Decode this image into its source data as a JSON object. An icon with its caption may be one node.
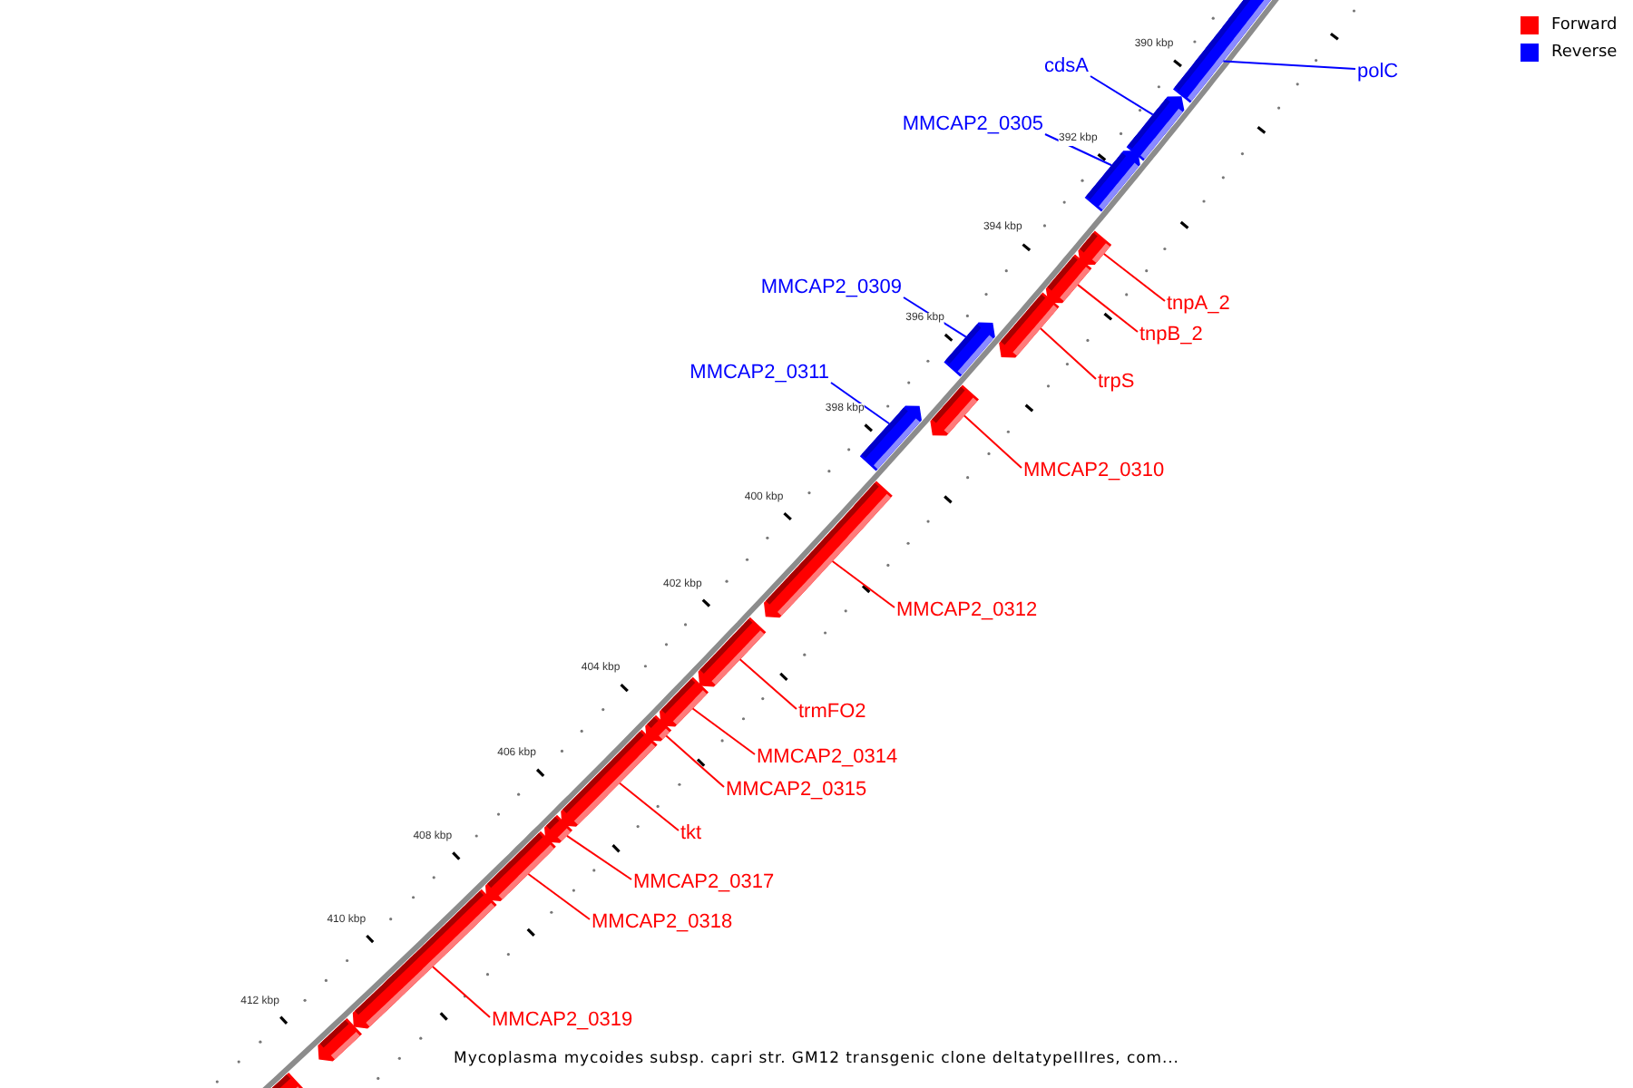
{
  "diagram": {
    "caption": "Mycoplasma mycoides subsp. capri str. GM12 transgenic clone deltatypeIIIres, com...",
    "nodes": [
      {
        "text": [
          "cdsA"
        ]
      },
      {
        "text": [
          "polC"
        ]
      },
      {
        "text": [
          "MMCAP2_0305"
        ]
      },
      {
        "text": [
          "MMCAP2_0309"
        ]
      },
      {
        "text": [
          "tnpA_2"
        ]
      },
      {
        "text": [
          "tnpB_2"
        ]
      },
      {
        "text": [
          "MMCAP2_0311"
        ]
      },
      {
        "text": [
          "trpS"
        ]
      },
      {
        "text": [
          "MMCAP2_0310"
        ]
      },
      {
        "text": [
          "MMCAP2_0312"
        ]
      },
      {
        "text": [
          "trmFO2"
        ]
      },
      {
        "text": [
          "MMCAP2_0314"
        ]
      },
      {
        "text": [
          "MMCAP2_0315"
        ]
      },
      {
        "text": [
          "tkt"
        ]
      },
      {
        "text": [
          "MMCAP2_0317"
        ]
      },
      {
        "text": [
          "MMCAP2_0318"
        ]
      },
      {
        "text": [
          "MMCAP2_0319"
        ]
      },
      {
        "text": [],
        "shape": "arrow"
      },
      {
        "text": [],
        "shape": "arrow"
      },
      {
        "text": [],
        "shape": "arrow"
      },
      {
        "text": [],
        "shape": "arrow"
      },
      {
        "text": [],
        "shape": "arrow"
      },
      {
        "text": [],
        "shape": "arrow"
      },
      {
        "text": [],
        "shape": "arrow"
      },
      {
        "text": [],
        "shape": "arrow"
      },
      {
        "text": [],
        "shape": "arrow"
      },
      {
        "text": [],
        "shape": "arrow"
      },
      {
        "text": [],
        "shape": "arrow"
      },
      {
        "text": [],
        "shape": "arrow"
      },
      {
        "text": [],
        "shape": "arrow"
      },
      {
        "text": [],
        "shape": "arrow"
      },
      {
        "text": [],
        "shape": "arrow"
      },
      {
        "text": [],
        "shape": "arrow"
      },
      {
        "text": [],
        "shape": "arrow"
      },
      {
        "text": [],
        "shape": "arrow"
      },
      {
        "text": [],
        "shape": "arrow"
      }
    ],
    "edges": [
      {
        "from": 0,
        "to": 18,
        "arrow": "none",
        "color": "#0000ff"
      },
      {
        "from": 1,
        "to": 17,
        "arrow": "none",
        "color": "#0000ff"
      },
      {
        "from": 2,
        "to": 19,
        "arrow": "none",
        "color": "#0000ff"
      },
      {
        "from": 3,
        "to": 23,
        "arrow": "none",
        "color": "#0000ff"
      },
      {
        "from": 4,
        "to": 20,
        "arrow": "none"
      },
      {
        "from": 5,
        "to": 21,
        "arrow": "none"
      },
      {
        "from": 6,
        "to": 25,
        "arrow": "none",
        "color": "#0000ff"
      },
      {
        "from": 7,
        "to": 22,
        "arrow": "none"
      },
      {
        "from": 8,
        "to": 24,
        "arrow": "none"
      },
      {
        "from": 9,
        "to": 26,
        "arrow": "none"
      },
      {
        "from": 10,
        "to": 27,
        "arrow": "none"
      },
      {
        "from": 11,
        "to": 28,
        "arrow": "none"
      },
      {
        "from": 12,
        "to": 29,
        "arrow": "none"
      },
      {
        "from": 13,
        "to": 30,
        "arrow": "none"
      },
      {
        "from": 14,
        "to": 31,
        "arrow": "none"
      },
      {
        "from": 15,
        "to": 32,
        "arrow": "none"
      },
      {
        "from": 16,
        "to": 33,
        "arrow": "none"
      }
    ],
    "labels": [
      "390 kbp",
      "392 kbp",
      "394 kbp",
      "396 kbp",
      "398 kbp",
      "400 kbp",
      "402 kbp",
      "404 kbp",
      "406 kbp",
      "408 kbp",
      "410 kbp",
      "412 kbp"
    ],
    "legend": [
      {
        "text": "Forward",
        "color": "#ff0000"
      },
      {
        "text": "Reverse",
        "color": "#0000ff"
      }
    ]
  }
}
